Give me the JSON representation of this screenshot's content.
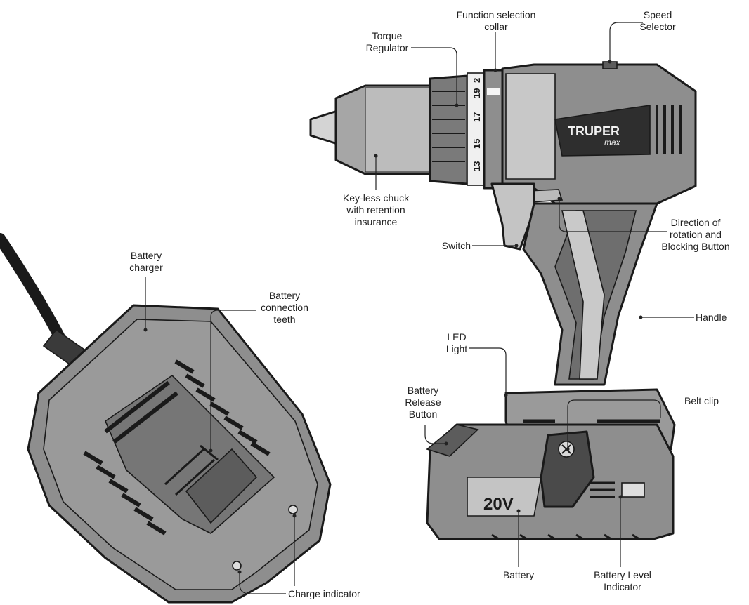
{
  "labels": {
    "function_selection_collar": "Function selection\ncollar",
    "speed_selector": "Speed\nSelector",
    "torque_regulator": "Torque\nRegulator",
    "keyless_chuck": "Key-less chuck\nwith retention\ninsurance",
    "switch": "Switch",
    "direction_button": "Direction of\nrotation and\nBlocking Button",
    "handle": "Handle",
    "led_light": "LED\nLight",
    "battery_release_button": "Battery\nRelease\nButton",
    "belt_clip": "Belt clip",
    "battery": "Battery",
    "battery_level_indicator": "Battery Level\nIndicator",
    "battery_charger": "Battery\ncharger",
    "battery_connection_teeth": "Battery\nconnection\nteeth",
    "charge_indicator": "Charge indicator"
  },
  "product": {
    "brand": "TRUPER",
    "brand_sub": "max",
    "voltage_badge": "20V",
    "torque_scale": [
      "13",
      "15",
      "17",
      "19",
      "2"
    ]
  },
  "colors": {
    "body_gray": "#8e8e8e",
    "dark_gray": "#5c5c5c",
    "light_gray": "#c4c4c4",
    "outline": "#1a1a1a"
  }
}
